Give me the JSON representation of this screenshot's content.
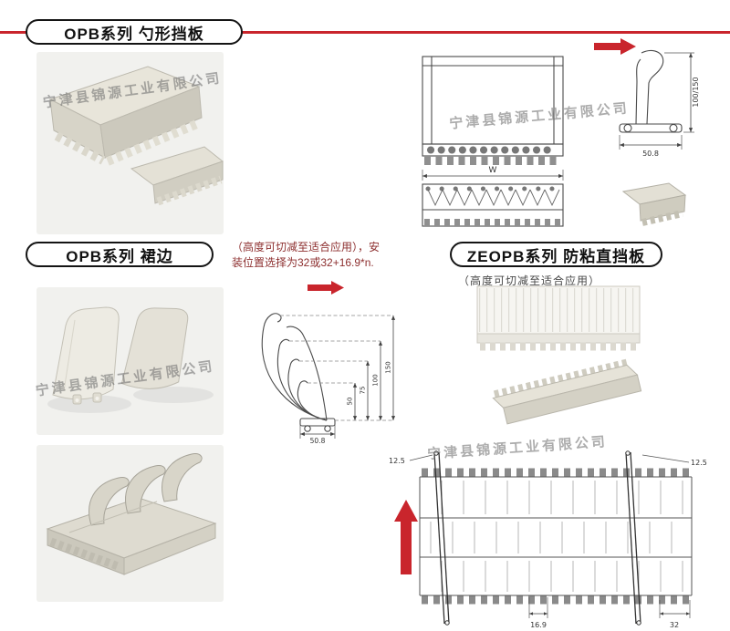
{
  "watermark": "宁津县锦源工业有限公司",
  "accent_red": "#c9252c",
  "sections": {
    "scoop": {
      "title": "OPB系列 勺形挡板",
      "dims": {
        "width": "W",
        "height": "100/150",
        "base": "50.8"
      }
    },
    "skirt": {
      "title": "OPB系列 裙边",
      "note": "（高度可切减至适合应用），安\n装位置选择为32或32+16.9*n.",
      "dims": {
        "h50": "50",
        "h75": "75",
        "h100": "100",
        "h150": "150",
        "base": "50.8"
      }
    },
    "straight": {
      "title": "ZEOPB系列 防粘直挡板",
      "subtitle": "（高度可切减至适合应用）",
      "dims": {
        "edge_left": "12.5",
        "edge_right": "12.5",
        "pitch": "16.9",
        "spacing": "32"
      }
    }
  }
}
